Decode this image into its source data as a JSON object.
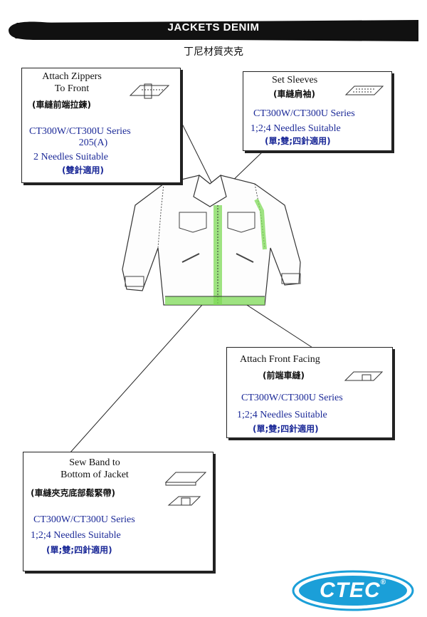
{
  "header": {
    "title": "JACKETS DENIM",
    "subtitle": "丁尼材質夾克"
  },
  "callouts": {
    "zippers": {
      "title_line1": "Attach Zippers",
      "title_line2": "To Front",
      "title_zh": "(車縫前端拉鍊)",
      "model": "CT300W/CT300U Series",
      "model_extra": "205(A)",
      "needles": "2 Needles Suitable",
      "needles_zh": "(雙針適用)"
    },
    "sleeves": {
      "title": "Set Sleeves",
      "title_zh": "(車縫肩袖)",
      "model": "CT300W/CT300U Series",
      "needles": "1;2;4 Needles Suitable",
      "needles_zh": "(單;雙;四針適用)"
    },
    "facing": {
      "title": "Attach Front Facing",
      "title_zh": "(前端車縫)",
      "model": "CT300W/CT300U Series",
      "needles": "1;2;4 Needles Suitable",
      "needles_zh": "(單;雙;四針適用)"
    },
    "band": {
      "title_line1": "Sew Band to",
      "title_line2": "Bottom of Jacket",
      "title_zh": "(車縫夾克底部鬆緊帶)",
      "model": "CT300W/CT300U Series",
      "needles": "1;2;4 Needles Suitable",
      "needles_zh": "(單;雙;四針適用)"
    }
  },
  "logo": {
    "text": "CTEC",
    "mark": "®"
  },
  "colors": {
    "ink_blue": "#1c2a98",
    "highlight_green": "#7ed957",
    "bar": "#111111"
  }
}
